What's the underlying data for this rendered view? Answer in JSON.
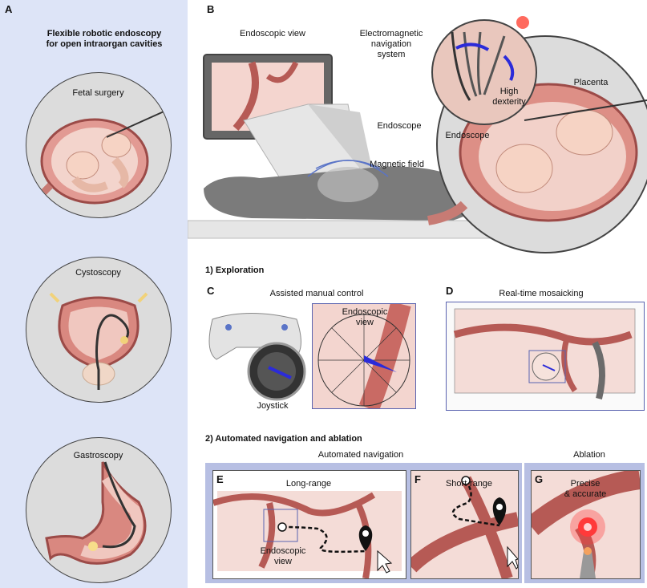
{
  "panels": {
    "A": {
      "letter": "A",
      "title_line1": "Flexible robotic endoscopy",
      "title_line2": "for open intraorgan cavities",
      "items": [
        "Fetal surgery",
        "Cystoscopy",
        "Gastroscopy"
      ]
    },
    "B": {
      "letter": "B",
      "endoscopic_view": "Endoscopic view",
      "em_nav_line1": "Electromagnetic",
      "em_nav_line2": "navigation",
      "em_nav_line3": "system",
      "endoscope": "Endoscope",
      "magnetic_field": "Magnetic field",
      "placenta": "Placenta",
      "high_dexterity_line1": "High",
      "high_dexterity_line2": "dexterity",
      "endoscope_zoom": "Endoscope"
    },
    "C": {
      "letter": "C",
      "title": "Assisted manual control",
      "joystick": "Joystick",
      "endoscopic_view_line1": "Endoscopic",
      "endoscopic_view_line2": "view"
    },
    "D": {
      "letter": "D",
      "title": "Real-time mosaicking"
    },
    "E": {
      "letter": "E",
      "long_range": "Long-range",
      "endoscopic_view_line1": "Endoscopic",
      "endoscopic_view_line2": "view"
    },
    "F": {
      "letter": "F",
      "short_range": "Short-range"
    },
    "G": {
      "letter": "G",
      "precise_line1": "Precise",
      "precise_line2": "& accurate"
    }
  },
  "sections": {
    "exploration": "1) Exploration",
    "automated": "2) Automated navigation and ablation",
    "automated_navigation": "Automated navigation",
    "ablation": "Ablation"
  },
  "colors": {
    "panelA_bg": "#dde4f7",
    "tissue": "#e8b3aa",
    "vessel": "#b65a55",
    "highlight_bg": "#b7bfe3",
    "arrow_blue": "#2b2bd9",
    "laser": "#ff3a3a"
  }
}
